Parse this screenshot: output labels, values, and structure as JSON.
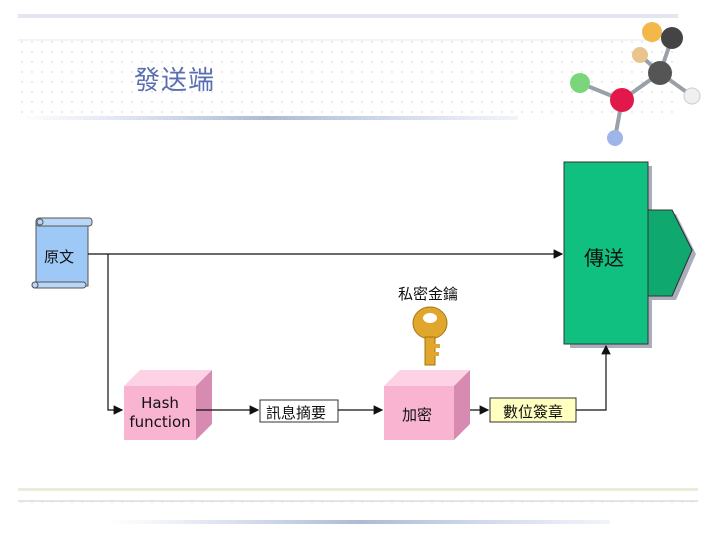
{
  "slide": {
    "title": "發送端"
  },
  "diagram": {
    "source_label": "原文",
    "send_label": "傳送",
    "key_label": "私密金鑰",
    "hash_box": {
      "line1": "Hash",
      "line2": "function"
    },
    "digest_label": "訊息摘要",
    "encrypt_label": "加密",
    "signature_label": "數位簽章"
  },
  "colors": {
    "title": "#5a6fb0",
    "send_fill": "#10c080",
    "box_front": "#f9b4d2",
    "box_top": "#fcd2e4",
    "box_side": "#d88bb0",
    "scroll": "#9ec8f5",
    "key": "#e1a62c",
    "signature_fill": "#ffffc0"
  }
}
